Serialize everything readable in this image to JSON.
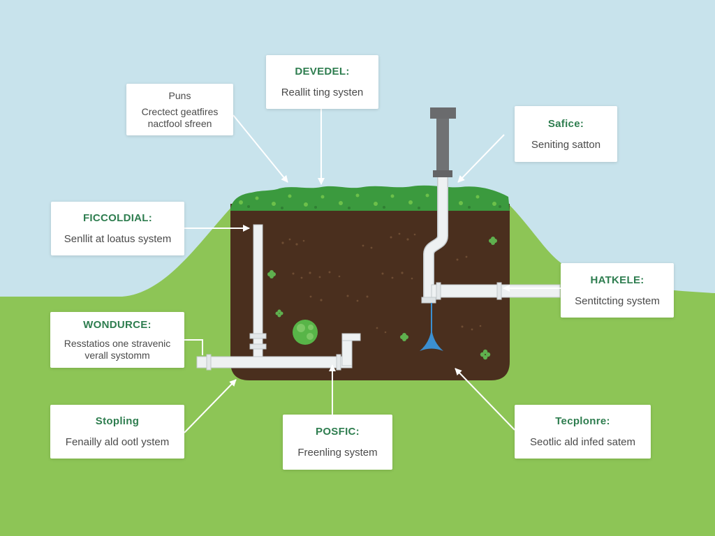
{
  "diagram": {
    "labels": [
      {
        "title": "Puns",
        "lines": [
          "Crectect geatfires",
          "nactfool sfreen"
        ]
      },
      {
        "title": "DEVEDEL:",
        "lines": [
          "Reallit ting systen"
        ]
      },
      {
        "title": "Safice:",
        "lines": [
          "Seniting satton"
        ]
      },
      {
        "title": "FICCOLDIAL:",
        "lines": [
          "Senllit at loatus system"
        ]
      },
      {
        "title": "HATKELE:",
        "lines": [
          "Sentitcting system"
        ]
      },
      {
        "title": "WONDURCE:",
        "lines": [
          "Resstatios one stravenic",
          "verall systomm"
        ]
      },
      {
        "title": "Stopling",
        "lines": [
          "Fenailly ald ootl ystem"
        ]
      },
      {
        "title": "POSFIC:",
        "lines": [
          "Freenling system"
        ]
      },
      {
        "title": "Tecplonre:",
        "lines": [
          "Seotlic ald infed satem"
        ]
      }
    ]
  },
  "colors": {
    "sky": "#c8e3ec",
    "grass": "#8dc556",
    "grass_top": "#3b9a3e",
    "soil": "#4a2f1e",
    "heading": "#2e7d4f",
    "body_text": "#4a4a4a",
    "water": "#3b8fd1",
    "pipe": "#eef1f2",
    "vent_pipe": "#6e7072"
  }
}
